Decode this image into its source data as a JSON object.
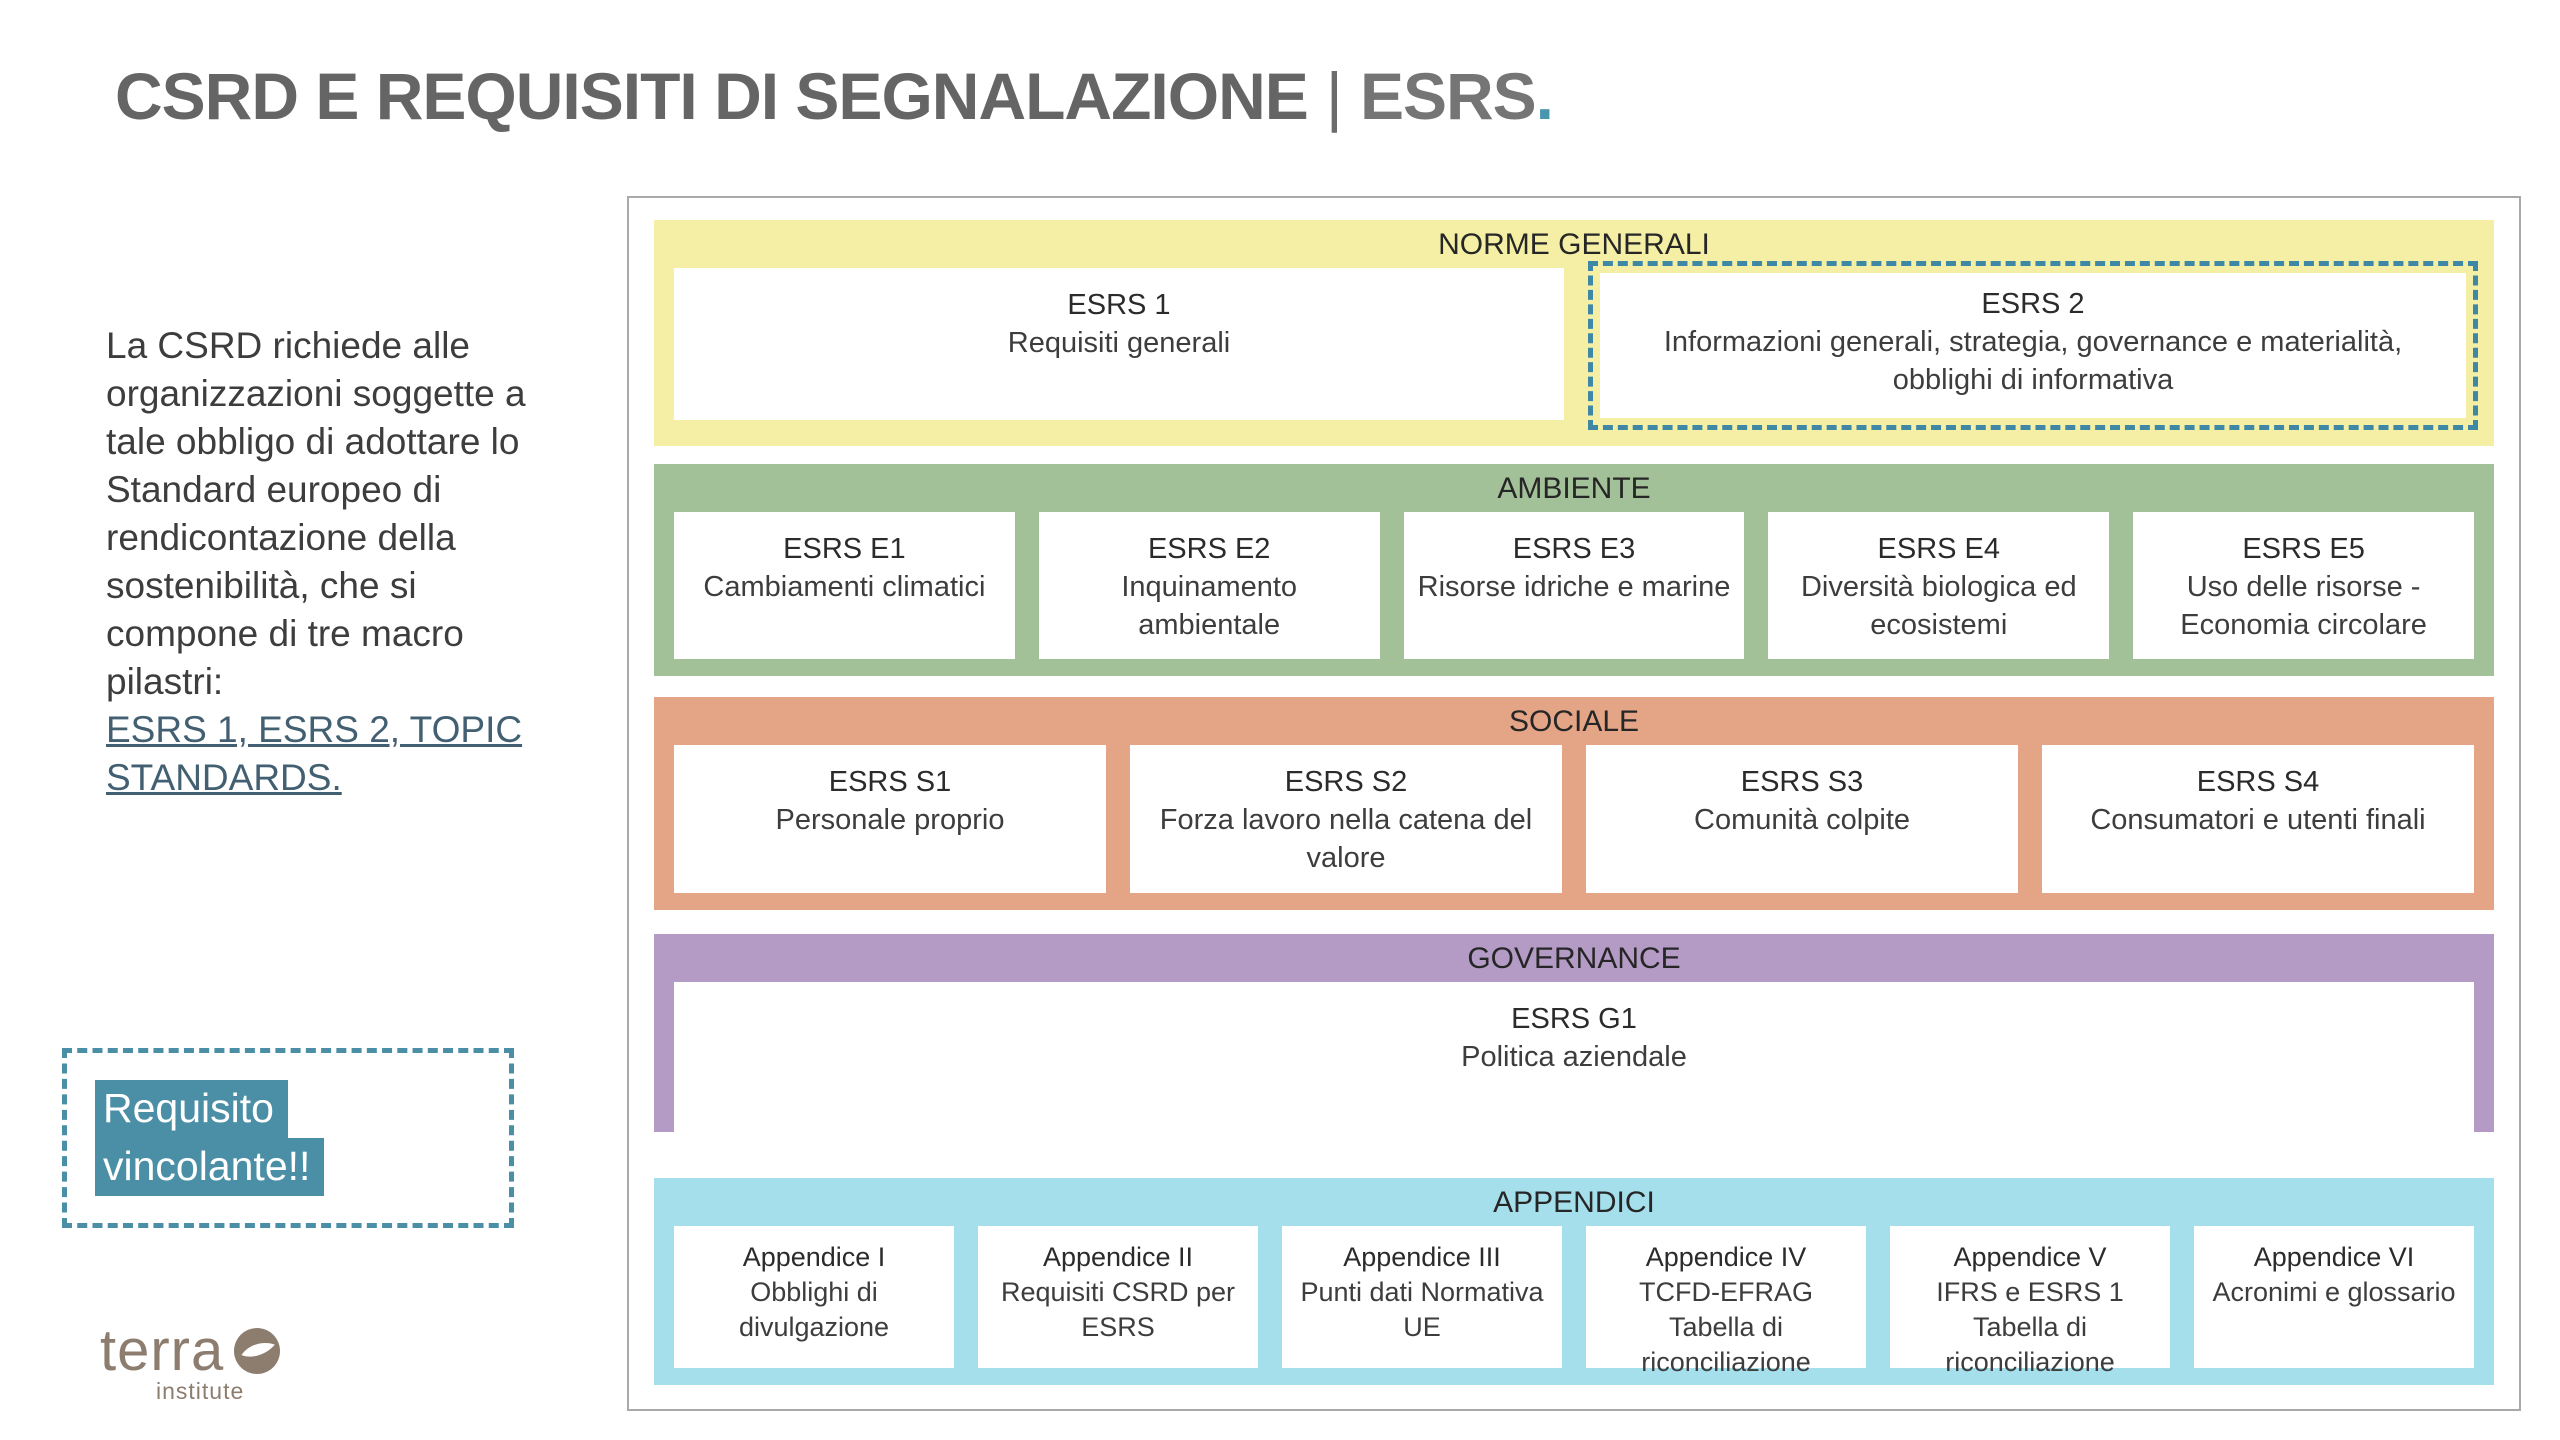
{
  "title": {
    "main": "CSRD E REQUISITI DI SEGNALAZIONE",
    "divider": "|",
    "esrs": "ESRS",
    "dot": "."
  },
  "intro": {
    "lines": [
      "La CSRD richiede alle",
      "organizzazioni soggette a",
      "tale obbligo di adottare lo",
      "Standard europeo di",
      "rendicontazione della",
      "sostenibilità, che si",
      "compone di tre macro",
      "pilastri:"
    ],
    "link_lines": [
      "ESRS 1, ESRS 2, TOPIC",
      "STANDARDS."
    ]
  },
  "note": {
    "line1": "Requisito",
    "line2": "vincolante!!"
  },
  "logo": {
    "name": "terra",
    "sub": "institute"
  },
  "sections": [
    {
      "label": "NORME GENERALI",
      "color": "#f4efa5",
      "items": [
        {
          "title": "ESRS 1",
          "subtitle": "Requisiti generali",
          "highlighted": false
        },
        {
          "title": "ESRS 2",
          "subtitle": "Informazioni generali, strategia, governance e materialità, obblighi di informativa",
          "highlighted": true
        }
      ]
    },
    {
      "label": "AMBIENTE",
      "color": "#a3c199",
      "items": [
        {
          "title": "ESRS E1",
          "subtitle": "Cambiamenti climatici"
        },
        {
          "title": "ESRS E2",
          "subtitle": "Inquinamento ambientale"
        },
        {
          "title": "ESRS E3",
          "subtitle": "Risorse idriche e marine"
        },
        {
          "title": "ESRS E4",
          "subtitle": "Diversità biologica ed ecosistemi"
        },
        {
          "title": "ESRS E5",
          "subtitle": "Uso delle risorse - Economia circolare"
        }
      ]
    },
    {
      "label": "SOCIALE",
      "color": "#e4a486",
      "items": [
        {
          "title": "ESRS S1",
          "subtitle": "Personale proprio"
        },
        {
          "title": "ESRS S2",
          "subtitle": "Forza lavoro nella catena del valore"
        },
        {
          "title": "ESRS S3",
          "subtitle": "Comunità colpite"
        },
        {
          "title": "ESRS S4",
          "subtitle": "Consumatori e utenti finali"
        }
      ]
    },
    {
      "label": "GOVERNANCE",
      "color": "#b49bc6",
      "items": [
        {
          "title": "ESRS G1",
          "subtitle": "Politica aziendale"
        }
      ]
    },
    {
      "label": "APPENDICI",
      "color": "#a5dfeb",
      "items": [
        {
          "title": "Appendice I",
          "subtitle": "Obblighi di divulgazione"
        },
        {
          "title": "Appendice II",
          "subtitle": "Requisiti CSRD per ESRS"
        },
        {
          "title": "Appendice III",
          "subtitle": "Punti dati Normativa UE"
        },
        {
          "title": "Appendice IV",
          "subtitle": "TCFD-EFRAG Tabella di riconciliazione"
        },
        {
          "title": "Appendice V",
          "subtitle": "IFRS e ESRS 1 Tabella di riconciliazione"
        },
        {
          "title": "Appendice VI",
          "subtitle": "Acronimi e glossario"
        }
      ]
    }
  ],
  "colors": {
    "title_gray": "#656565",
    "accent_teal_dot": "#4a97ad",
    "dashed_outline_teal": "#3e88a6",
    "note_highlight_teal": "#4a8fa6",
    "link_slate": "#426072",
    "norme_yellow": "#f4efa5",
    "ambiente_green": "#a3c199",
    "sociale_salmon": "#e4a486",
    "governance_purple": "#b49bc6",
    "appendici_blue": "#a5dfeb",
    "logo_brown": "#8c7d6f",
    "container_border": "#a9a9a9"
  }
}
